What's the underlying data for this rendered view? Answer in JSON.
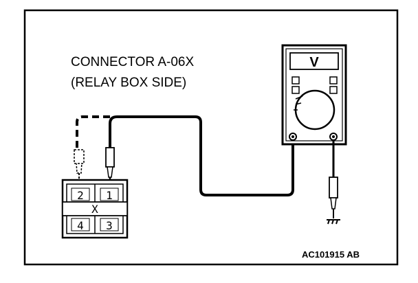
{
  "diagram": {
    "connector_title": "CONNECTOR A-06X",
    "connector_subtitle": "(RELAY BOX SIDE)",
    "connector_pins": {
      "pin1": "1",
      "pin2": "2",
      "pin3": "3",
      "pin4": "4",
      "center_mark": "X"
    },
    "meter_display": "V",
    "figure_code": "AC101915 AB"
  }
}
